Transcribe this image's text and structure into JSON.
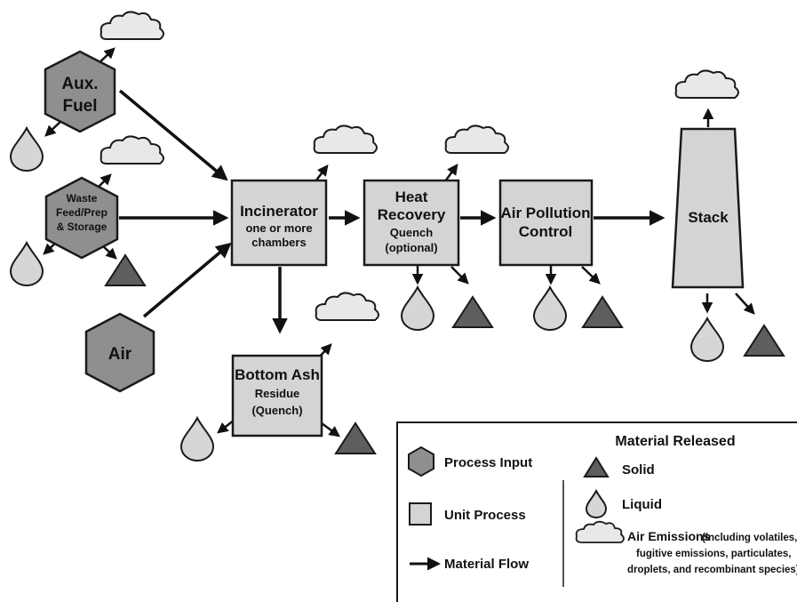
{
  "inputs": {
    "aux_fuel": [
      "Aux.",
      "Fuel"
    ],
    "waste_feed": [
      "Waste",
      "Feed/Prep",
      "& Storage"
    ],
    "air": [
      "Air"
    ]
  },
  "units": {
    "incinerator": [
      "Incinerator",
      "one or more",
      "chambers"
    ],
    "heat_recovery": [
      "Heat",
      "Recovery",
      "Quench",
      "(optional)"
    ],
    "air_pollution_control": [
      "Air Pollution",
      "Control"
    ],
    "bottom_ash": [
      "Bottom Ash",
      "Residue",
      "(Quench)"
    ],
    "stack": [
      "Stack"
    ]
  },
  "legend": {
    "process_input": "Process Input",
    "unit_process": "Unit Process",
    "material_flow": "Material Flow",
    "material_released": "Material Released",
    "solid": "Solid",
    "liquid": "Liquid",
    "air_emissions": "Air Emissions",
    "air_emissions_note": [
      "(including volatiles,",
      "fugitive emissions, particulates,",
      "droplets, and recombinant species)"
    ]
  },
  "colors": {
    "input_fill": "#8f8f8f",
    "unit_fill": "#d4d4d4",
    "solid_fill": "#5e5e5e",
    "liquid_fill": "#d6d6d6",
    "cloud_fill": "#e8e8e8",
    "stroke": "#1a1a1a"
  }
}
